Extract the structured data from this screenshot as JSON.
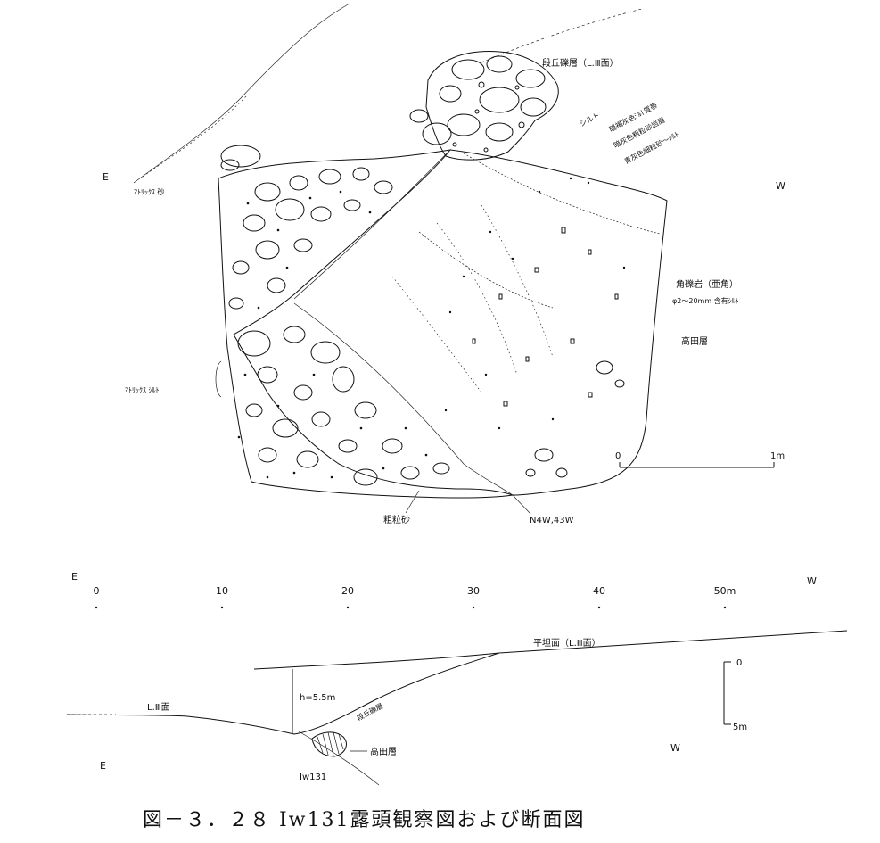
{
  "upper_sketch": {
    "dir_left": "E",
    "dir_right": "W",
    "labels": {
      "terrace_gravel": "段丘礫層（L.Ⅲ面）",
      "silt": "シルト",
      "dark_brown_silt": "暗褐灰色ｼﾙﾄ質帯",
      "dark_gray_sandstone": "暗灰色粗粒砂岩層",
      "blue_gray_sand": "青灰色細粒砂～ｼﾙﾄ",
      "matrix_sand": "ﾏﾄﾘｯｸｽ 砂",
      "matrix_silt": "ﾏﾄﾘｯｸｽ ｼﾙﾄ",
      "breccia": "角礫岩（亜角）",
      "breccia_size": "φ2～20mm 含有ｼﾙﾄ",
      "takata_formation": "高田層",
      "coarse_sand": "粗粒砂",
      "strike_dip": "N4W,43W"
    },
    "scale": {
      "start": "0",
      "end": "1m"
    }
  },
  "profile": {
    "dir_left": "E",
    "dir_right": "W",
    "dir_left_bottom": "E",
    "dir_right_bottom": "W",
    "ticks": [
      "0",
      "10",
      "20",
      "30",
      "40",
      "50m"
    ],
    "flat_surface": "平坦面（L.Ⅲ面）",
    "height": "h=5.5m",
    "terrace_face": "L.Ⅲ面",
    "terrace_gravel": "段丘礫層",
    "takata": "高田層",
    "site": "Iw131",
    "vscale_top": "0",
    "vscale_bottom": "5m"
  },
  "caption": "図－３．２８ Iw131露頭観察図および断面図"
}
